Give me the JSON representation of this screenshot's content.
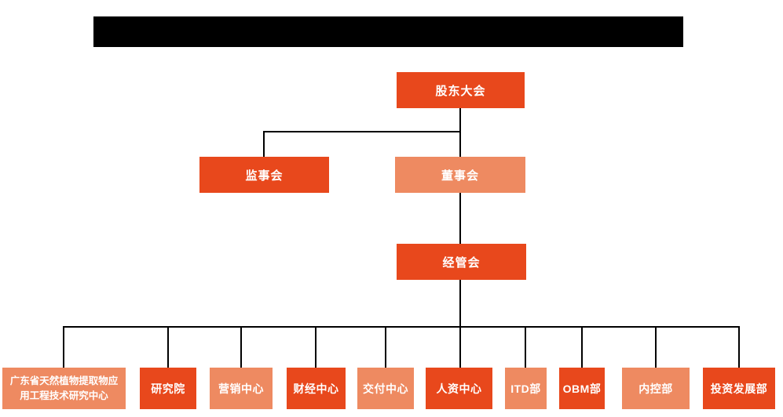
{
  "title_bar": {
    "redacted": true,
    "text": ""
  },
  "colors": {
    "primary_orange": "#e8481c",
    "secondary_salmon": "#ee8a61",
    "connector_line": "#000000",
    "node_text": "#ffffff",
    "redaction_black": "#000000",
    "background": "#ffffff"
  },
  "nodes": {
    "shareholders": {
      "label": "股东大会"
    },
    "supervisors": {
      "label": "监事会"
    },
    "directors": {
      "label": "董事会"
    },
    "management": {
      "label": "经管会"
    },
    "research_center": {
      "label": "广东省天然植物提取物应用工程技术研究中心",
      "lines": [
        "广东省天然植物提取物应",
        "用工程技术研究中心"
      ]
    },
    "research_institute": {
      "label": "研究院"
    },
    "marketing": {
      "label": "营销中心"
    },
    "finance": {
      "label": "财经中心"
    },
    "delivery": {
      "label": "交付中心"
    },
    "hr": {
      "label": "人资中心"
    },
    "itd": {
      "label": "ITD部"
    },
    "obm": {
      "label": "OBM部"
    },
    "internal_control": {
      "label": "内控部"
    },
    "investment": {
      "label": "投资发展部"
    }
  },
  "hierarchy": {
    "root": "股东大会",
    "children_of_shareholders": [
      "监事会",
      "董事会"
    ],
    "children_of_directors": [
      "经管会"
    ],
    "children_of_management": [
      "广东省天然植物提取物应用工程技术研究中心",
      "研究院",
      "营销中心",
      "财经中心",
      "交付中心",
      "人资中心",
      "ITD部",
      "OBM部",
      "内控部",
      "投资发展部"
    ]
  }
}
